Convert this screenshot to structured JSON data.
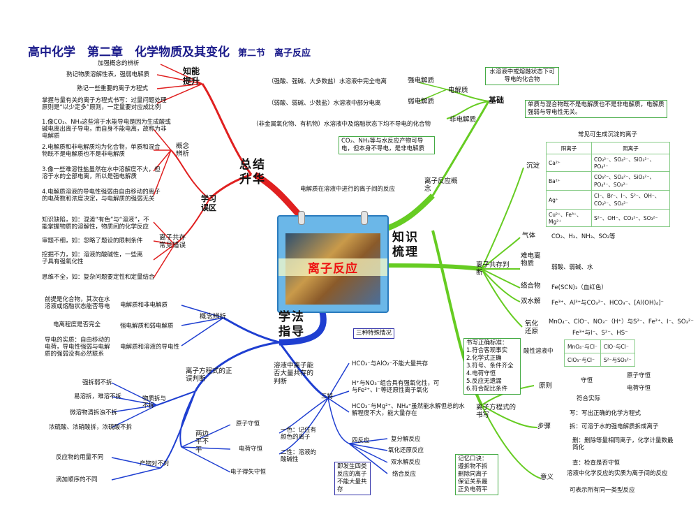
{
  "title": {
    "main": "高中化学　第二章　化学物质及其变化",
    "sub": "第二节　离子反应"
  },
  "center": "离子反应",
  "hubs": {
    "summary": "总结升华",
    "knowledge": "知识梳理",
    "method": "学法指导"
  },
  "summary": {
    "ability": "知能提升",
    "ability_items": [
      "加强概念的辨析",
      "熟记物质溶解性表，强弱电解质",
      "熟记一些重要的离子方程式",
      "掌握与量有关的离子方程式书写：过量问题处理原则是“以少定多”原则，一定量要对应成比例"
    ],
    "mistakes": "学习误区",
    "concept_diff": "概念辨析",
    "concept_items": [
      "1.像CO₂、NH₃这些溶于水能导电是因为生成酸或碱电离出离子导电，而自身不能电离，故称为非电解质",
      "2.电解质和非电解质均为化合物，单质和混合物既不是电解质也不是非电解质",
      "3.像一些难溶性盐虽然在水中溶解度不大，但溶于水的全部电离，所以是强电解质",
      "4.电解质溶液的导电性强弱由自由移动的离子的电荷数和浓度决定，与电解质的强弱无关"
    ],
    "coexist_mistakes": "离子共存常见错误",
    "coexist_items": [
      "知识缺陷，如：混淆“有色”与“溶液”，不能掌握物质的溶解性，物质间的化学反应",
      "审题不细，如：忽略了题设的限制条件",
      "挖掘不力，如：溶液的酸碱性，一些离子具有强氧化性",
      "思维不全，如：复杂问题要定性和定量结合"
    ]
  },
  "knowledge": {
    "basics": "基础",
    "electrolyte": "电解质",
    "strong": "强电解质",
    "strong_desc": "（强酸、强碱、大多数盐）水溶液中完全电离",
    "weak": "弱电解质",
    "weak_desc": "（弱酸、弱碱、少数盐）水溶液中部分电离",
    "nonelec": "非电解质",
    "nonelec_desc": "（非金属氧化物、有机物）水溶液中及熔融状态下均不导电的化合物",
    "nonelec_note": "CO₂、NH₃等与水反应产物可导电，但本身不导电，是非电解质",
    "def_electrolyte": "水溶液中或熔融状态下可导电的化合物",
    "def_note": "单质与混合物既不是电解质也不是非电解质，电解质强弱与导电性无关。",
    "reaction_concept": "离子反应概念",
    "reaction_desc": "电解质在溶液中进行的离子间的反应",
    "coexist": "离子共存判断",
    "precip": "沉淀",
    "table_title": "常见可生成沉淀的离子",
    "table_head": [
      "阳离子",
      "阴离子"
    ],
    "table_rows": [
      [
        "Ca²⁺",
        "CO₃²⁻、SO₄²⁻、SiO₃²⁻、PO₄³⁻"
      ],
      [
        "Ba²⁺",
        "CO₃²⁻、SO₄²⁻、SiO₃²⁻、PO₄³⁻、SO₃²⁻"
      ],
      [
        "Ag⁺",
        "Cl⁻、Br⁻、I⁻、S²⁻、OH⁻、CO₃²⁻、SO₄²⁻"
      ],
      [
        "Cu²⁺、Fe³⁺、Mg²⁺",
        "S²⁻、OH⁻、CO₃²⁻、SO₃²⁻"
      ]
    ],
    "gas": "气体",
    "gas_items": "CO₂、H₂、NH₃、SO₂等",
    "weak_elec": "难电离物质",
    "weak_elec_items": "弱酸、弱碱、水",
    "complex": "络合物",
    "complex_items": "Fe(SCN)₃（血红色）",
    "hydrolysis": "双水解",
    "hydrolysis_items": "Fe³⁺、Al³⁺与CO₃²⁻、HCO₃⁻、[Al(OH)₄]⁻",
    "redox": "氧化还原",
    "redox_line1": "MnO₄⁻、ClO⁻、NO₃⁻（H⁺）与S²⁻、Fe²⁺、I⁻、SO₃²⁻",
    "redox_line2": "Fe³⁺与I⁻、S²⁻、HS⁻",
    "redox_acid": "酸性溶液中",
    "redox_table": [
      [
        "MnO₄⁻与Cl⁻",
        "ClO⁻与Cl⁻"
      ],
      [
        "ClO₃⁻与Cl⁻",
        "S²⁻与SO₃²⁻"
      ]
    ],
    "equation": "离子方程式的书写",
    "standards": [
      "书写正确标准：",
      "1.符合客观事实",
      "2.化学式正确",
      "3.符号、条件齐全",
      "4.电荷守恒",
      "5.反应无遗漏",
      "6.符合配比条件"
    ],
    "principle": "原则",
    "conserve": "守恒",
    "atom_conserve": "原子守恒",
    "charge_conserve": "电荷守恒",
    "fact": "符合实际",
    "steps": "步骤",
    "steps_items": [
      "写：写出正确的化学方程式",
      "拆：可溶于水的强电解质拆成离子",
      "删：删除等量相同离子，化学计量数最简化",
      "查：检查是否守恒"
    ],
    "memo": [
      "记忆口诀：",
      "遵拆物不拆",
      "删除同离子",
      "保证关系最",
      "正负电荷平"
    ],
    "meaning": "意义",
    "meaning_items": [
      "溶液中化学反应的实质为离子间的反应",
      "可表示所有同一类型反应"
    ]
  },
  "method": {
    "concept": "概念辨析",
    "c1": "电解质和非电解质",
    "c1_note": "前提是化合物，其次在水溶液或熔融状态能否导电",
    "c2": "强电解质和弱电解质",
    "c2_note": "电离程度是否完全",
    "c3": "电解质和溶液的导电性",
    "c3_note": "导电的实质：自由移动的电荷，导电性强弱与电解质的强弱没有必然联系",
    "equation_judge": "离子方程式的正误判断",
    "split": "物质拆与不拆",
    "split_items": [
      "强拆弱不拆",
      "易溶拆，难溶不拆",
      "微溶物清拆浊不拆",
      "浓硫酸、浓硝酸拆，浓硫酸不拆"
    ],
    "two_sides": "两边平不平",
    "two_items": [
      "原子守恒",
      "电荷守恒",
      "电子得失守恒"
    ],
    "product": "产物对不对",
    "product_items": [
      "反应物的用量不同",
      "滴加顺序的不同"
    ],
    "coexist_judge": "溶液中离子能否大量共存的判断",
    "three_special": "三种特殊情况",
    "three": "三特",
    "three_items": [
      "HCO₃⁻与AlO₂⁻不能大量共存",
      "H⁺与NO₃⁻组合具有强氧化性，可与Fe²⁺、I⁻等还原性离子氧化",
      "HCO₃⁻与Mg²⁺、NH₄⁺虽然能水解但总的水解程度不大，能大量存在"
    ],
    "four": "四反应",
    "four_items": [
      "复分解反应",
      "氧化还原反应",
      "双水解反应",
      "络合反应"
    ],
    "four_note": "即发生四类反应的离子不能大量共存",
    "one_color": "一色：记住有颜色的离子",
    "two_prop": "二性：溶液的酸碱性"
  },
  "colors": {
    "red": "#e02020",
    "green": "#66cc22",
    "blue": "#1f3fd1",
    "title": "#1a1a8a"
  }
}
